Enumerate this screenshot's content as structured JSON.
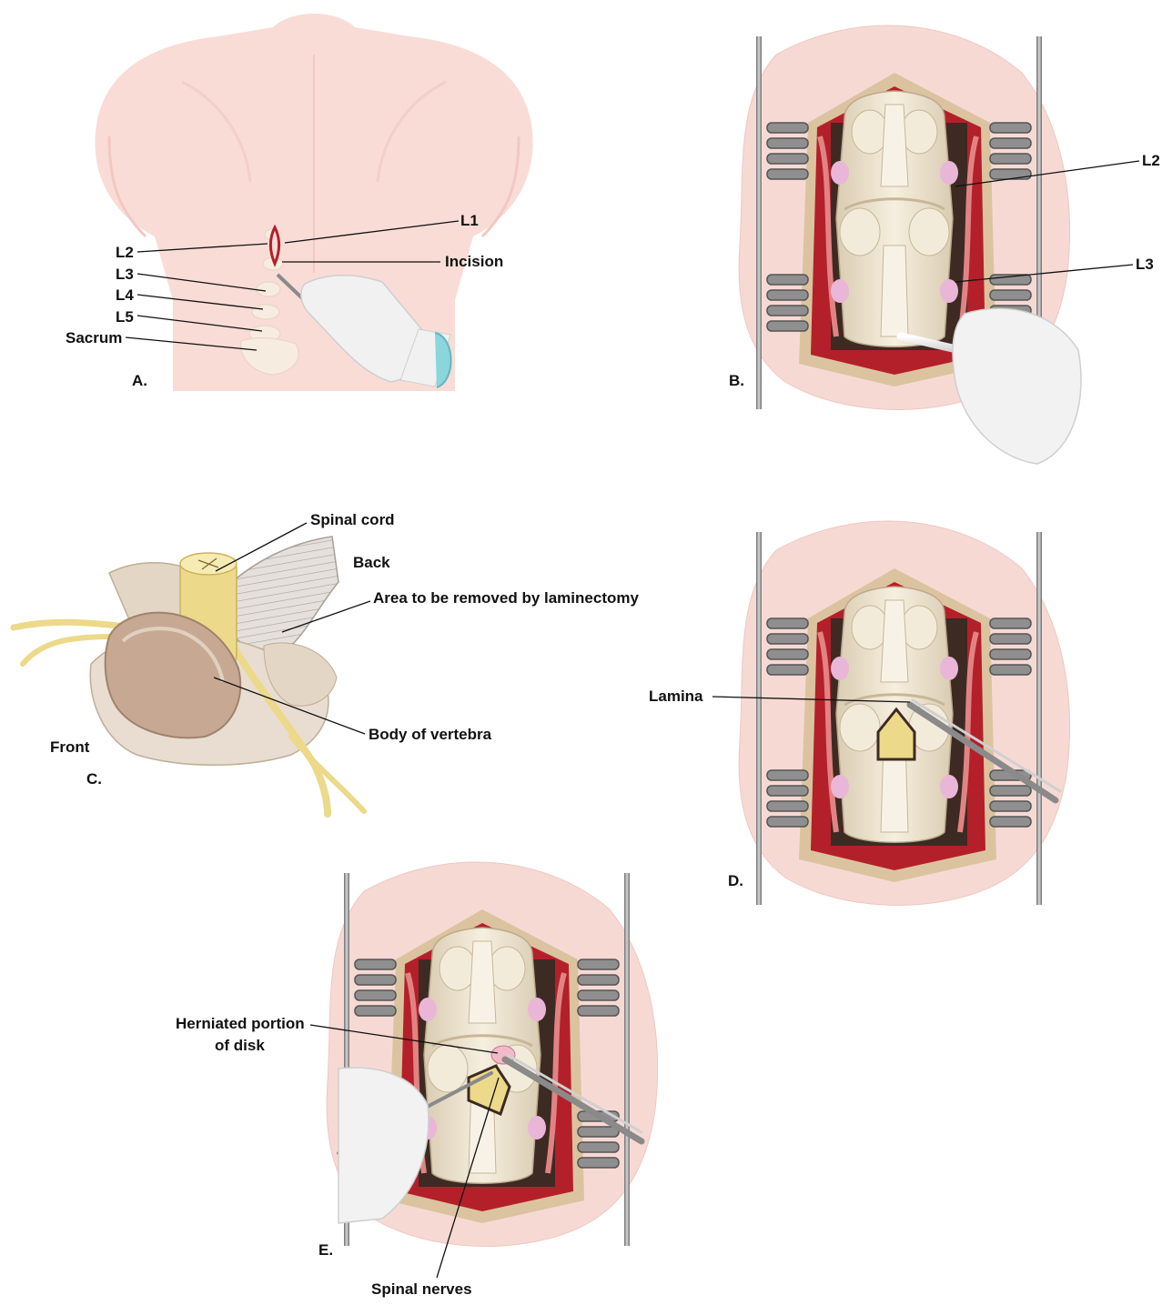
{
  "panels": {
    "a": {
      "letter": "A.",
      "labels": {
        "l1": "L1",
        "l2": "L2",
        "l3": "L3",
        "l4": "L4",
        "l5": "L5",
        "sacrum": "Sacrum",
        "incision": "Incision"
      }
    },
    "b": {
      "letter": "B.",
      "labels": {
        "l2": "L2",
        "l3": "L3"
      }
    },
    "c": {
      "letter": "C.",
      "labels": {
        "spinal_cord": "Spinal cord",
        "back": "Back",
        "area_removed": "Area to be removed by laminectomy",
        "body_of_vertebra": "Body of vertebra",
        "front": "Front"
      }
    },
    "d": {
      "letter": "D.",
      "labels": {
        "lamina": "Lamina"
      }
    },
    "e": {
      "letter": "E.",
      "labels": {
        "herniated_line1": "Herniated portion",
        "herniated_line2": "of disk",
        "spinal_nerves": "Spinal nerves"
      }
    }
  },
  "colors": {
    "skin": "#f6d4cf",
    "bone": "#efe6d3",
    "bone_shadow": "#cfbfa3",
    "tissue_red": "#b3202a",
    "retractor": "#9a9a9a",
    "glove": "#f2f2f2",
    "nerve": "#ecd98a",
    "disk_pink": "#e9b6d8"
  }
}
